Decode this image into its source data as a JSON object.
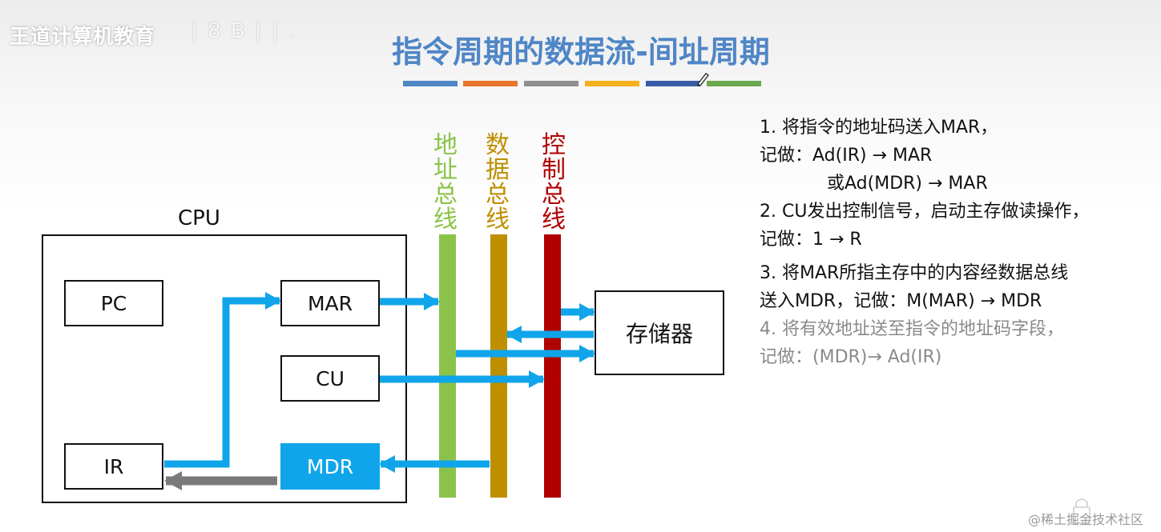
{
  "brand": {
    "name": "王道计算机教育",
    "faint_mark": "| 8 B |  | ."
  },
  "title": "指令周期的数据流-间址周期",
  "color_bars": [
    "#4f86c6",
    "#e8762d",
    "#8f8f8f",
    "#f4b11c",
    "#3a5ca8",
    "#6aa84f"
  ],
  "buses": [
    {
      "label": "地址总线",
      "color": "#8bc34a"
    },
    {
      "label": "数据总线",
      "color": "#bf8f00"
    },
    {
      "label": "控制总线",
      "color": "#b00000"
    }
  ],
  "cpu": {
    "label": "CPU",
    "registers": {
      "pc": "PC",
      "mar": "MAR",
      "cu": "CU",
      "ir": "IR",
      "mdr": "MDR"
    }
  },
  "memory": {
    "label": "存储器"
  },
  "arrow_colors": {
    "active": "#10a5ea",
    "pending": "#7a7a7a"
  },
  "steps": {
    "s1_line1": "1. 将指令的地址码送入MAR，",
    "s1_line2": "记做：Ad(IR) → MAR",
    "s1_line3": "或Ad(MDR) → MAR",
    "s2_line1": "2. CU发出控制信号，启动主存做读操作，",
    "s2_line2": "记做：1 → R",
    "s3_line1": "3. 将MAR所指主存中的内容经数据总线",
    "s3_line2": "送入MDR，记做：M(MAR) → MDR",
    "s4_line1": "4. 将有效地址送至指令的地址码字段，",
    "s4_line2": "记做：(MDR)→ Ad(IR)"
  },
  "watermark": "@稀土掘金技术社区"
}
